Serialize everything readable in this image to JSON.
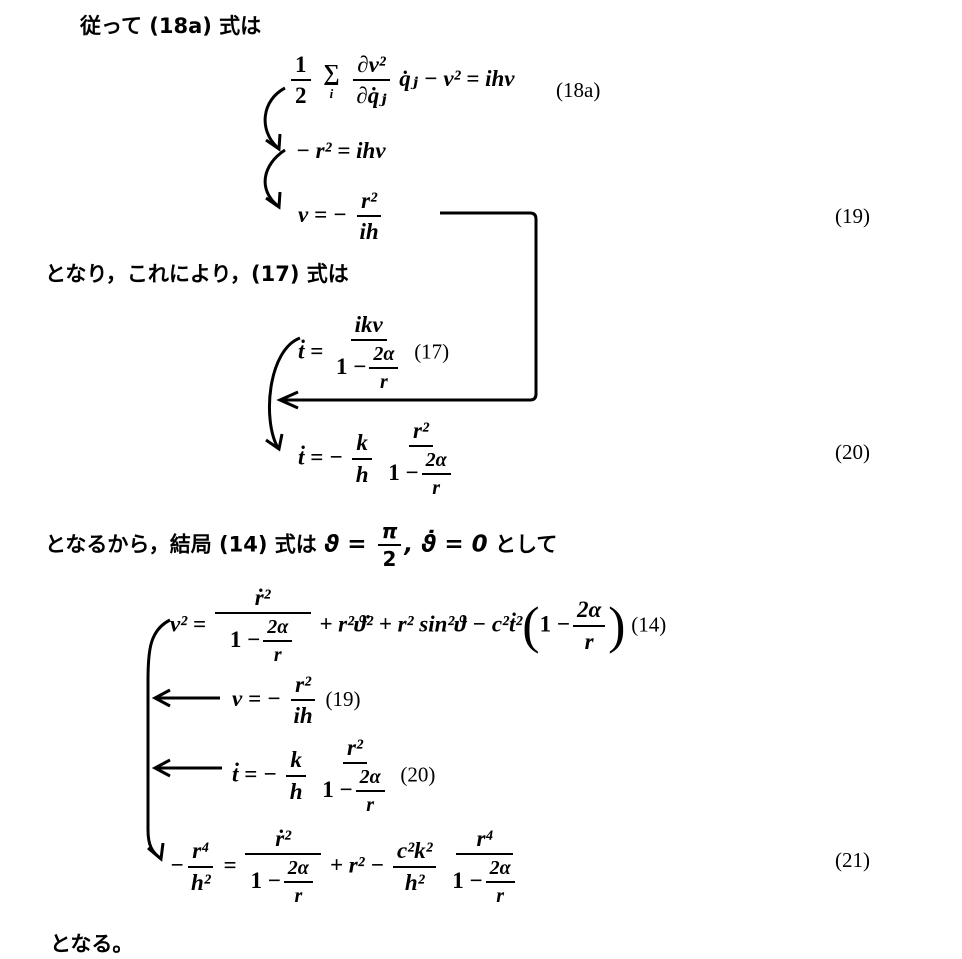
{
  "text": {
    "intro_18a": "従って (18a) 式は",
    "intro_17": "となり，これにより，(17) 式は",
    "intro_14": "となるから，結局 (14) 式は",
    "cond_theta": "ϑ = ",
    "cond_pi_num": "π",
    "cond_pi_den": "2",
    "cond_thetadot": ", ϑ̇ = 0",
    "cond_suffix": "として",
    "outro": "となる。"
  },
  "labels": {
    "l18a": "(18a)",
    "l19": "(19)",
    "l17": "(17)",
    "l20": "(20)",
    "l14": "(14)",
    "l19b": "(19)",
    "l20b": "(20)",
    "l21": "(21)"
  },
  "eq18a": {
    "half_num": "1",
    "half_den": "2",
    "sum": "∑",
    "sum_sub": "i",
    "d_num": "∂v²",
    "d_den": "∂q̇ⱼ",
    "rest": "q̇ⱼ − v² = ihv"
  },
  "eq_mid": {
    "text": "− r² = ihv"
  },
  "eq19": {
    "lhs": "v = −",
    "num": "r²",
    "den": "ih"
  },
  "eq17": {
    "lhs": "ṫ =",
    "num": "ikv",
    "den_a": "1 −",
    "den_num": "2α",
    "den_den": "r"
  },
  "eq20": {
    "lhs": "ṫ = −",
    "k": "k",
    "h": "h",
    "num": "r²",
    "den_a": "1 −",
    "den_num": "2α",
    "den_den": "r"
  },
  "eq14": {
    "lhs": "v² =",
    "num": "ṙ²",
    "den_a": "1 −",
    "den_num": "2α",
    "den_den": "r",
    "mid": "+ r²ϑ̇² + r² sin²ϑ − c²ṫ²",
    "paren_open": "(",
    "p_a": "1 −",
    "p_num": "2α",
    "p_den": "r",
    "paren_close": ")"
  },
  "eq21": {
    "minus": "−",
    "l_num": "r⁴",
    "l_den": "h²",
    "eq": "=",
    "a_num": "ṙ²",
    "a_den_a": "1 −",
    "a_den_num": "2α",
    "a_den_den": "r",
    "plus": "+ r² −",
    "c_num": "c²k²",
    "c_den": "h²",
    "b_num": "r⁴",
    "b_den_a": "1 −",
    "b_den_num": "2α",
    "b_den_den": "r"
  }
}
